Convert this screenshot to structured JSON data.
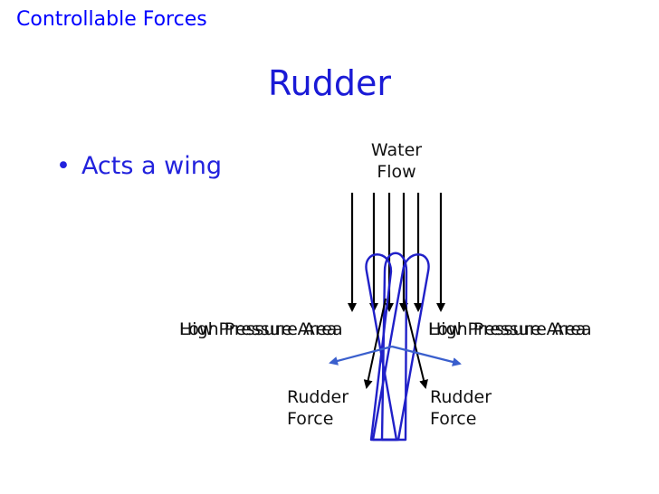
{
  "header": {
    "section_title": "Controllable Forces",
    "slide_title": "Rudder"
  },
  "bullets": [
    {
      "bullet_char": "•",
      "text": "Acts a wing"
    }
  ],
  "diagram": {
    "flow_label_line1": "Water",
    "flow_label_line2": "Flow",
    "left_labels": [
      "High Pressure Area",
      "Low Pressure Area"
    ],
    "right_labels": [
      "High Pressure Area",
      "Low Pressure Area"
    ],
    "force_left": {
      "line1": "Rudder",
      "line2": "Force"
    },
    "force_right": {
      "line1": "Rudder",
      "line2": "Force"
    },
    "colors": {
      "rudder": "#2020c8",
      "arrows": "#000000",
      "force_arrows": "#3a5fcd",
      "text": "#111111",
      "title": "#0000ff"
    }
  }
}
